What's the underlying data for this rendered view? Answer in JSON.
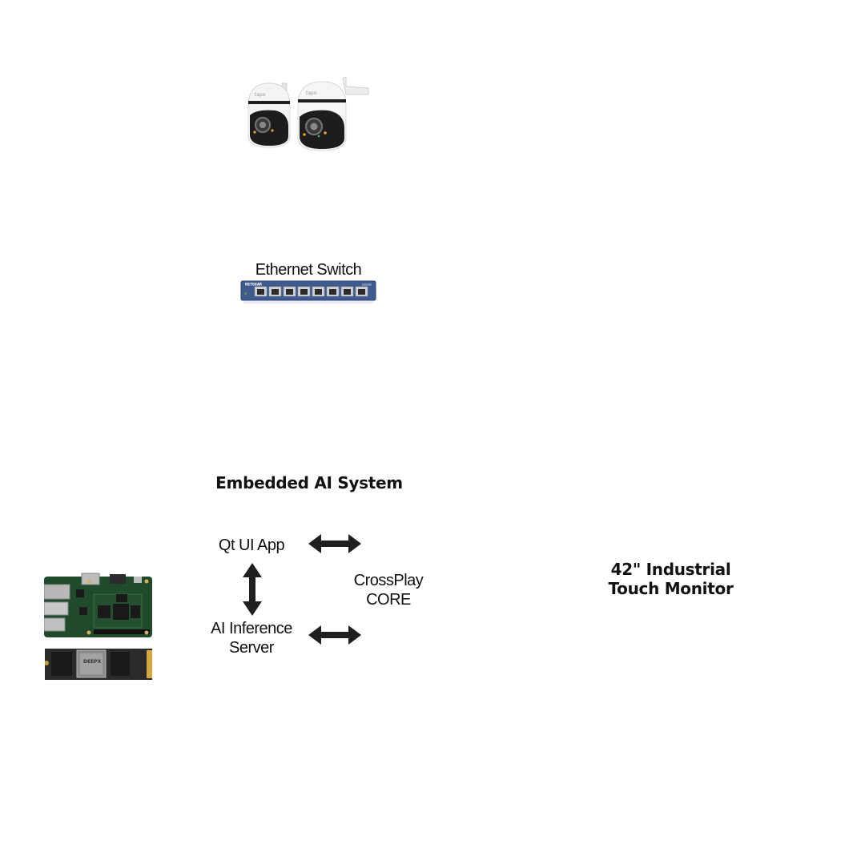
{
  "diagram": {
    "nodes": {
      "cameras": {
        "label": "",
        "image": "ptz-security-cameras",
        "brand_text": "tapo",
        "count": 2
      },
      "switch": {
        "label": "Ethernet Switch",
        "image": "network-switch",
        "brand_text": "NETGEAR",
        "model_text": "GS108",
        "ports": 8
      },
      "embedded_system": {
        "title": "Embedded AI System",
        "components": {
          "qt_app": "Qt UI App",
          "ai_server_line1": "AI Inference",
          "ai_server_line2": "Server",
          "core_line1": "CrossPlay",
          "core_line2": "CORE"
        },
        "hardware": {
          "sbc_image": "single-board-computer",
          "accelerator_image": "m2-ai-accelerator",
          "chip_text": "DEEPX"
        }
      },
      "monitor": {
        "line1": "42\" Industrial",
        "line2": "Touch Monitor"
      }
    },
    "edges": [
      {
        "from": "qt_app",
        "to": "core",
        "type": "bidirectional"
      },
      {
        "from": "qt_app",
        "to": "ai_server",
        "type": "bidirectional"
      },
      {
        "from": "ai_server",
        "to": "core",
        "type": "bidirectional"
      }
    ],
    "colors": {
      "arrow": "#1f1f1f",
      "switch_body": "#3f5a8c",
      "camera_white": "#f4f4f4",
      "camera_black": "#1d1d1d",
      "pcb_green": "#1f4a2c",
      "accelerator_black": "#2a2a2a"
    }
  }
}
